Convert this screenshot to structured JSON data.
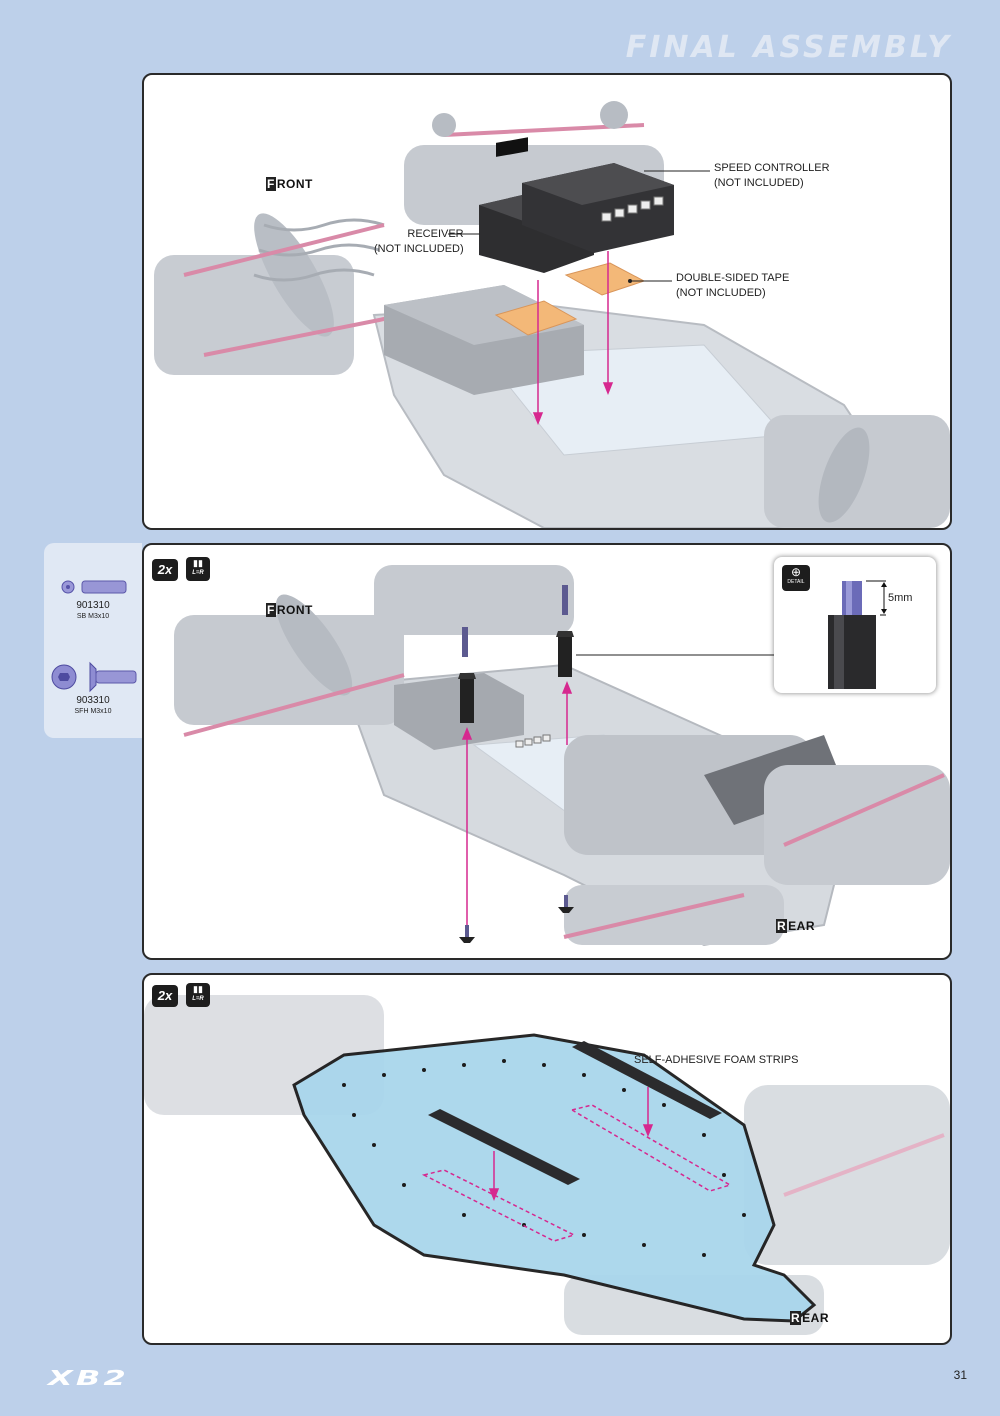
{
  "header": {
    "title": "FINAL ASSEMBLY"
  },
  "step1": {
    "front_label": "FRONT",
    "speed_controller": "SPEED CONTROLLER\n(NOT INCLUDED)",
    "receiver": "RECEIVER\n(NOT INCLUDED)",
    "tape": "DOUBLE-SIDED TAPE\n(NOT INCLUDED)"
  },
  "step2": {
    "quantity": "2x",
    "lr_text": "L=R",
    "front_label": "FRONT",
    "rear_label": "REAR",
    "detail_label": "DETAIL",
    "dimension": "5mm"
  },
  "parts": [
    {
      "code": "901310",
      "desc": "SB M3x10"
    },
    {
      "code": "903310",
      "desc": "SFH M3x10"
    }
  ],
  "step3": {
    "quantity": "2x",
    "lr_text": "L=R",
    "foam_strips": "SELF-ADHESIVE FOAM STRIPS",
    "rear_label": "REAR"
  },
  "footer": {
    "logo": "XB2",
    "page_number": "31"
  },
  "colors": {
    "background": "#bdd0ea",
    "arrow": "#d6288f",
    "tape": "#f3b878",
    "chassis": "#a9d6ec"
  }
}
